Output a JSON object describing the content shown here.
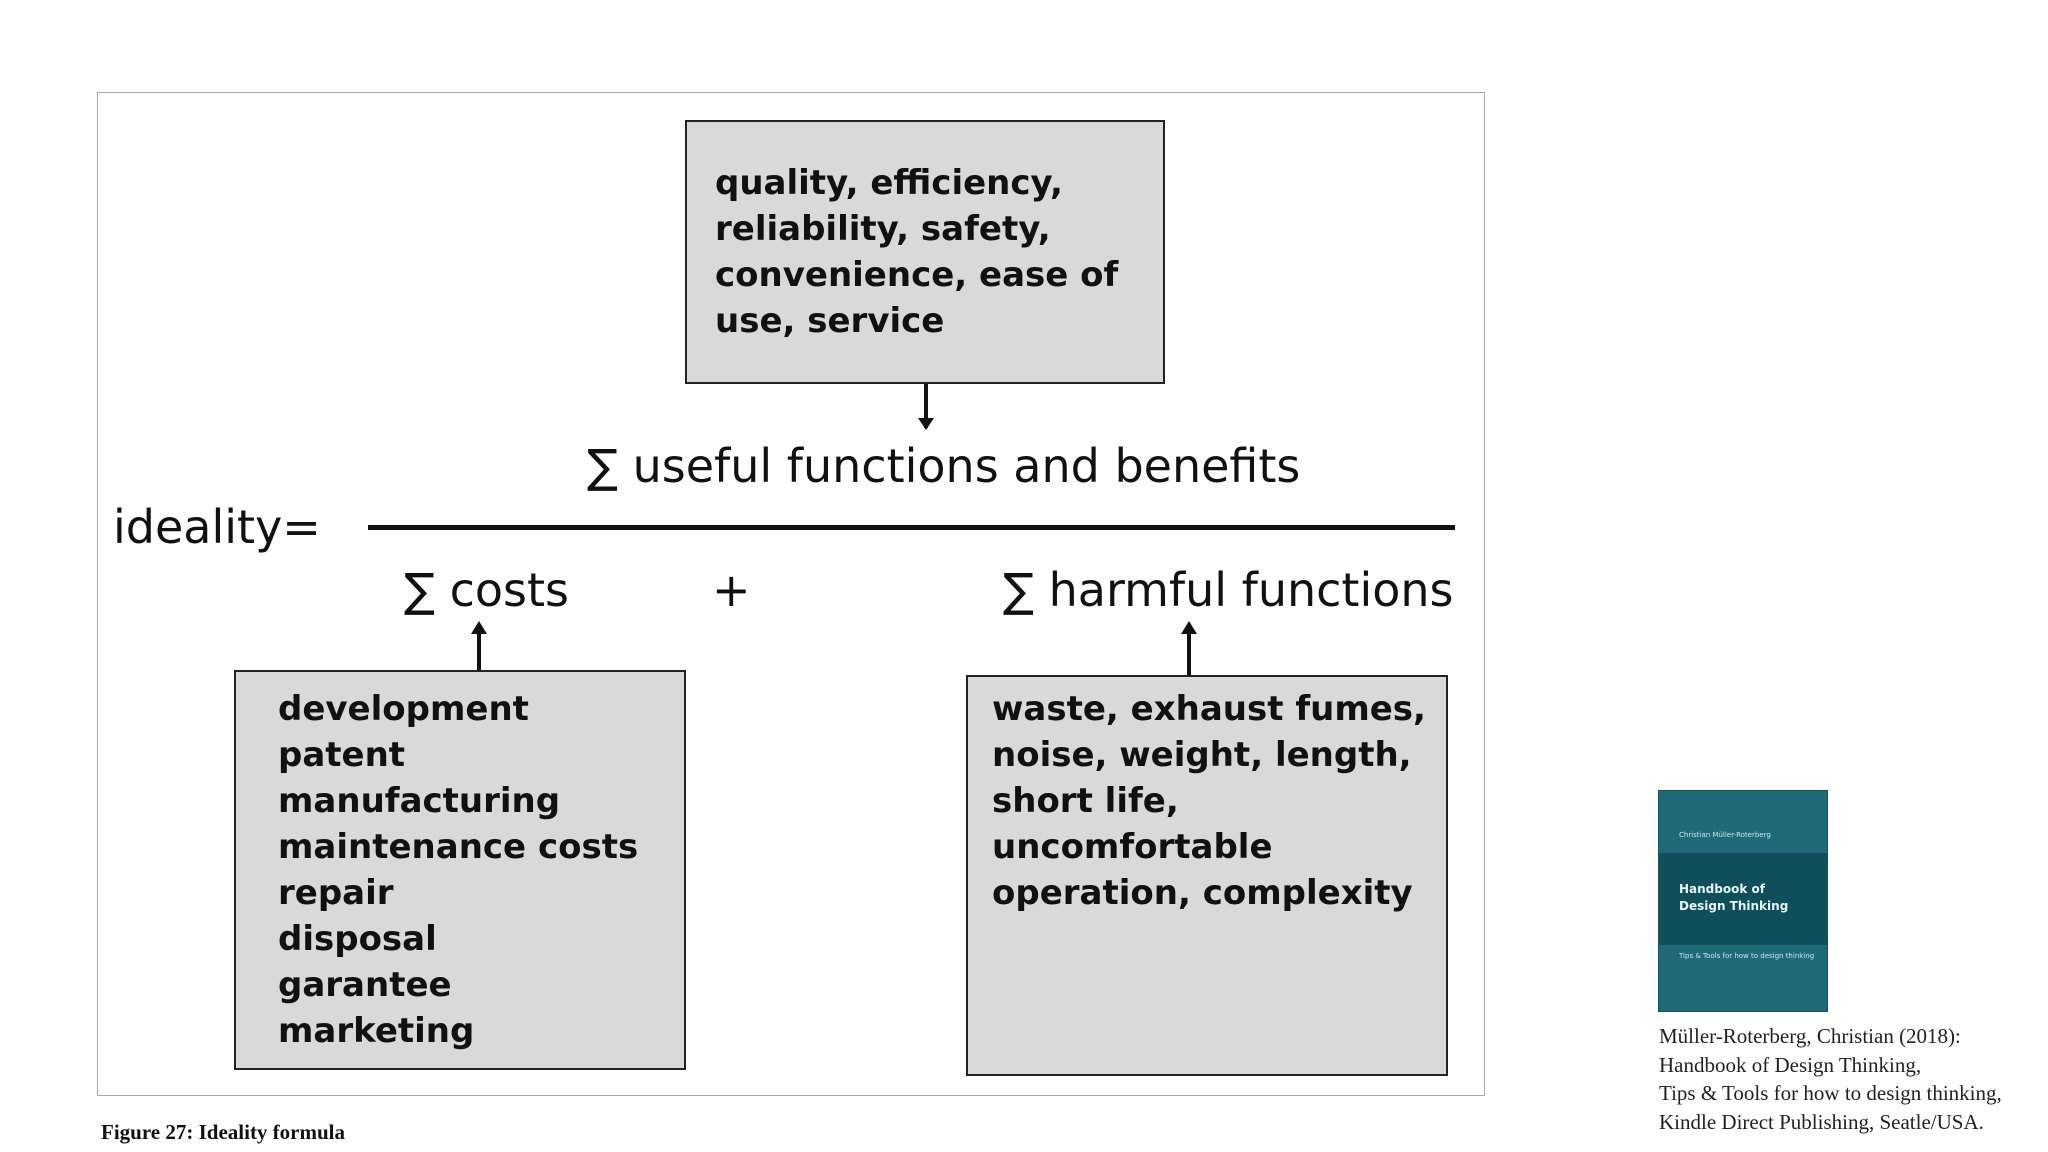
{
  "diagram": {
    "benefits_box": [
      "quality, efficiency,",
      "reliability, safety,",
      "convenience, ease of",
      "use, service"
    ],
    "costs_box": [
      "development",
      "patent",
      "manufacturing",
      "maintenance costs",
      "repair",
      "disposal",
      "garantee",
      "marketing"
    ],
    "harmful_box": [
      "waste, exhaust fumes,",
      "noise, weight, length,",
      "short life,",
      "uncomfortable",
      "operation, complexity"
    ],
    "ideality_label": "ideality=",
    "numerator": "∑ useful functions and benefits",
    "costs_label": "∑ costs",
    "plus_sign": "+",
    "harmful_label": "∑ harmful functions"
  },
  "caption": "Figure 27: Ideality formula",
  "book_cover": {
    "author": "Christian Müller-Roterberg",
    "title_lines": [
      "Handbook of",
      "Design Thinking"
    ],
    "subtitle": "Tips & Tools for how to design thinking",
    "colors": {
      "cover": "#1f6a78",
      "band": "#0f4f5a"
    }
  },
  "reference": [
    "Müller-Roterberg, Christian (2018):",
    "Handbook of Design Thinking,",
    "Tips & Tools for how to design thinking,",
    "Kindle Direct Publishing, Seatle/USA."
  ],
  "colors": {
    "box_fill": "#d9d9d9",
    "frame_border": "#a8a8a8",
    "text": "#111111"
  }
}
